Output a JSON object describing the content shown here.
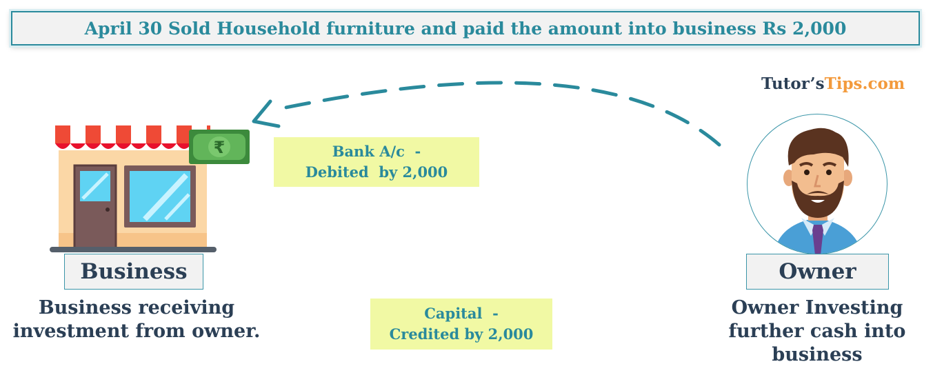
{
  "title": "April 30 Sold Household furniture and paid the amount into business Rs 2,000",
  "brand": {
    "part1": "Tutor’s",
    "part2": "Tips.com"
  },
  "bank_entry": {
    "line1": "Bank A/c  -",
    "line2": "Debited  by 2,000"
  },
  "capital_entry": {
    "line1": "Capital  -",
    "line2": "Credited by 2,000"
  },
  "business": {
    "label": "Business",
    "description": "Business receiving\ninvestment from owner.",
    "money_symbol": "₹"
  },
  "owner": {
    "label": "Owner",
    "description": "Owner Investing\nfurther cash into\nbusiness"
  },
  "colors": {
    "teal": "#2a8a9c",
    "navy": "#2b3f55",
    "orange": "#f39a3c",
    "note_yellow": "#f1f9a4",
    "box_gray": "#f2f2f2"
  }
}
